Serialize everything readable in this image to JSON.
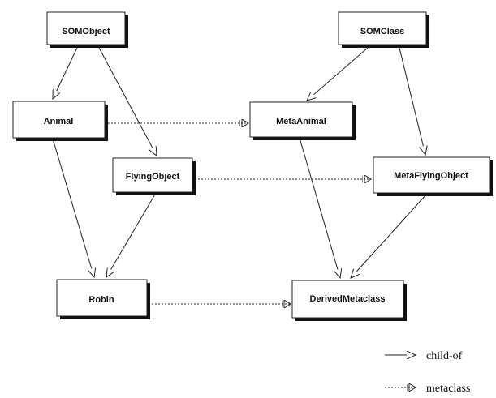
{
  "nodes": {
    "somobject": "SOMObject",
    "somclass": "SOMClass",
    "animal": "Animal",
    "metaanimal": "MetaAnimal",
    "flyingobject": "FlyingObject",
    "metaflyingobject": "MetaFlyingObject",
    "robin": "Robin",
    "derivedmetaclass": "DerivedMetaclass"
  },
  "legend": {
    "child_of": "child-of",
    "metaclass": "metaclass"
  },
  "colors": {
    "line": "#222222",
    "shadow": "#111111",
    "box_fill": "#ffffff"
  }
}
